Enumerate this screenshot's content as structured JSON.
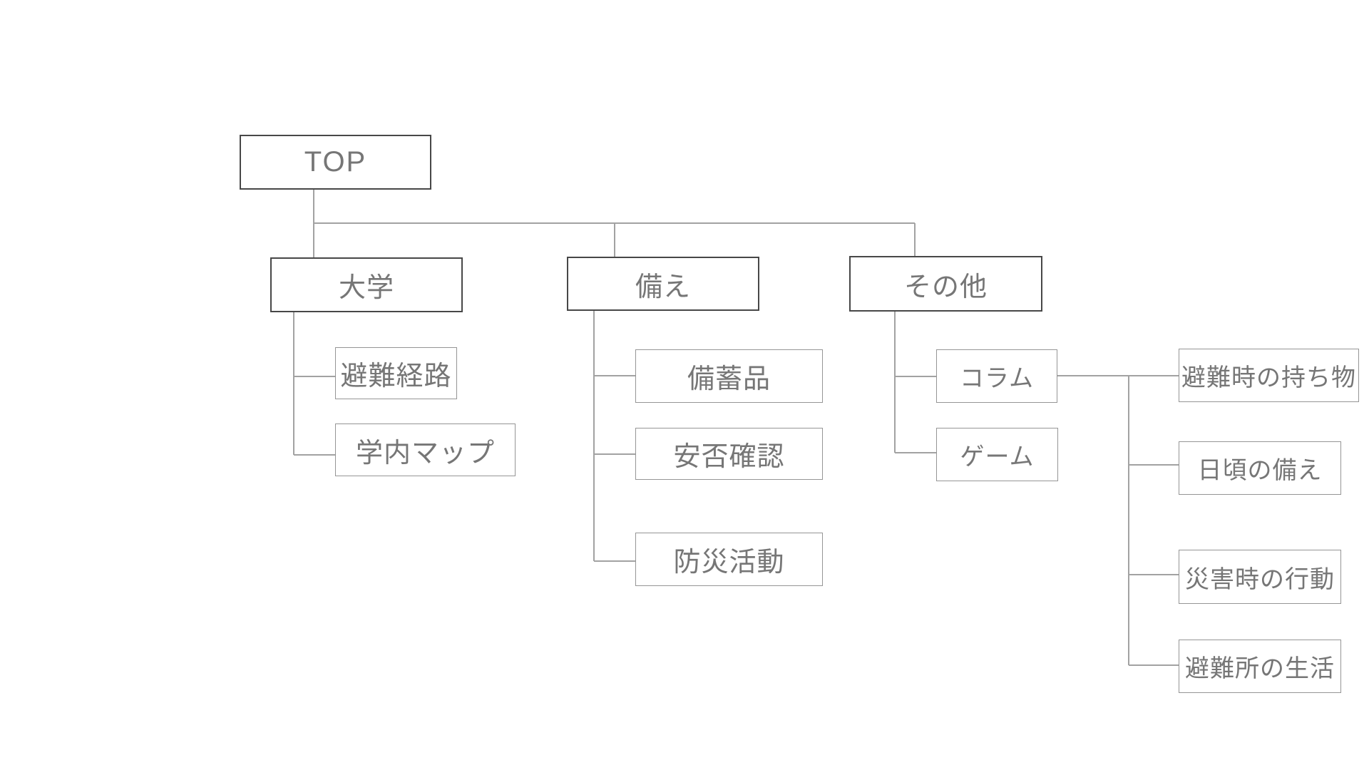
{
  "colors": {
    "node_text": "#767676",
    "parent_border": "#474747",
    "child_border": "#959595",
    "connector": "#a2a2a2",
    "node_fill": "#ffffff",
    "page_bg": "#ffffff"
  },
  "nodes": {
    "top": {
      "label": "TOP"
    },
    "daigaku": {
      "label": "大学"
    },
    "sonae": {
      "label": "備え"
    },
    "sonota": {
      "label": "その他"
    },
    "hinankeiro": {
      "label": "避難経路"
    },
    "gakunaimap": {
      "label": "学内マップ"
    },
    "bichikuhin": {
      "label": "備蓄品"
    },
    "anpikakunin": {
      "label": "安否確認"
    },
    "bosaikatsudo": {
      "label": "防災活動"
    },
    "koramu": {
      "label": "コラム"
    },
    "gemu": {
      "label": "ゲーム"
    },
    "mochimono": {
      "label": "避難時の持ち物"
    },
    "higoro": {
      "label": "日頃の備え"
    },
    "saigaiji": {
      "label": "災害時の行動"
    },
    "hinanjo": {
      "label": "避難所の生活"
    }
  },
  "hierarchy": {
    "root": "TOP",
    "edges": [
      {
        "from": "TOP",
        "to": "大学"
      },
      {
        "from": "TOP",
        "to": "備え"
      },
      {
        "from": "TOP",
        "to": "その他"
      },
      {
        "from": "大学",
        "to": "避難経路"
      },
      {
        "from": "大学",
        "to": "学内マップ"
      },
      {
        "from": "備え",
        "to": "備蓄品"
      },
      {
        "from": "備え",
        "to": "安否確認"
      },
      {
        "from": "備え",
        "to": "防災活動"
      },
      {
        "from": "その他",
        "to": "コラム"
      },
      {
        "from": "その他",
        "to": "ゲーム"
      },
      {
        "from": "コラム",
        "to": "避難時の持ち物"
      },
      {
        "from": "コラム",
        "to": "日頃の備え"
      },
      {
        "from": "コラム",
        "to": "災害時の行動"
      },
      {
        "from": "コラム",
        "to": "避難所の生活"
      }
    ]
  }
}
